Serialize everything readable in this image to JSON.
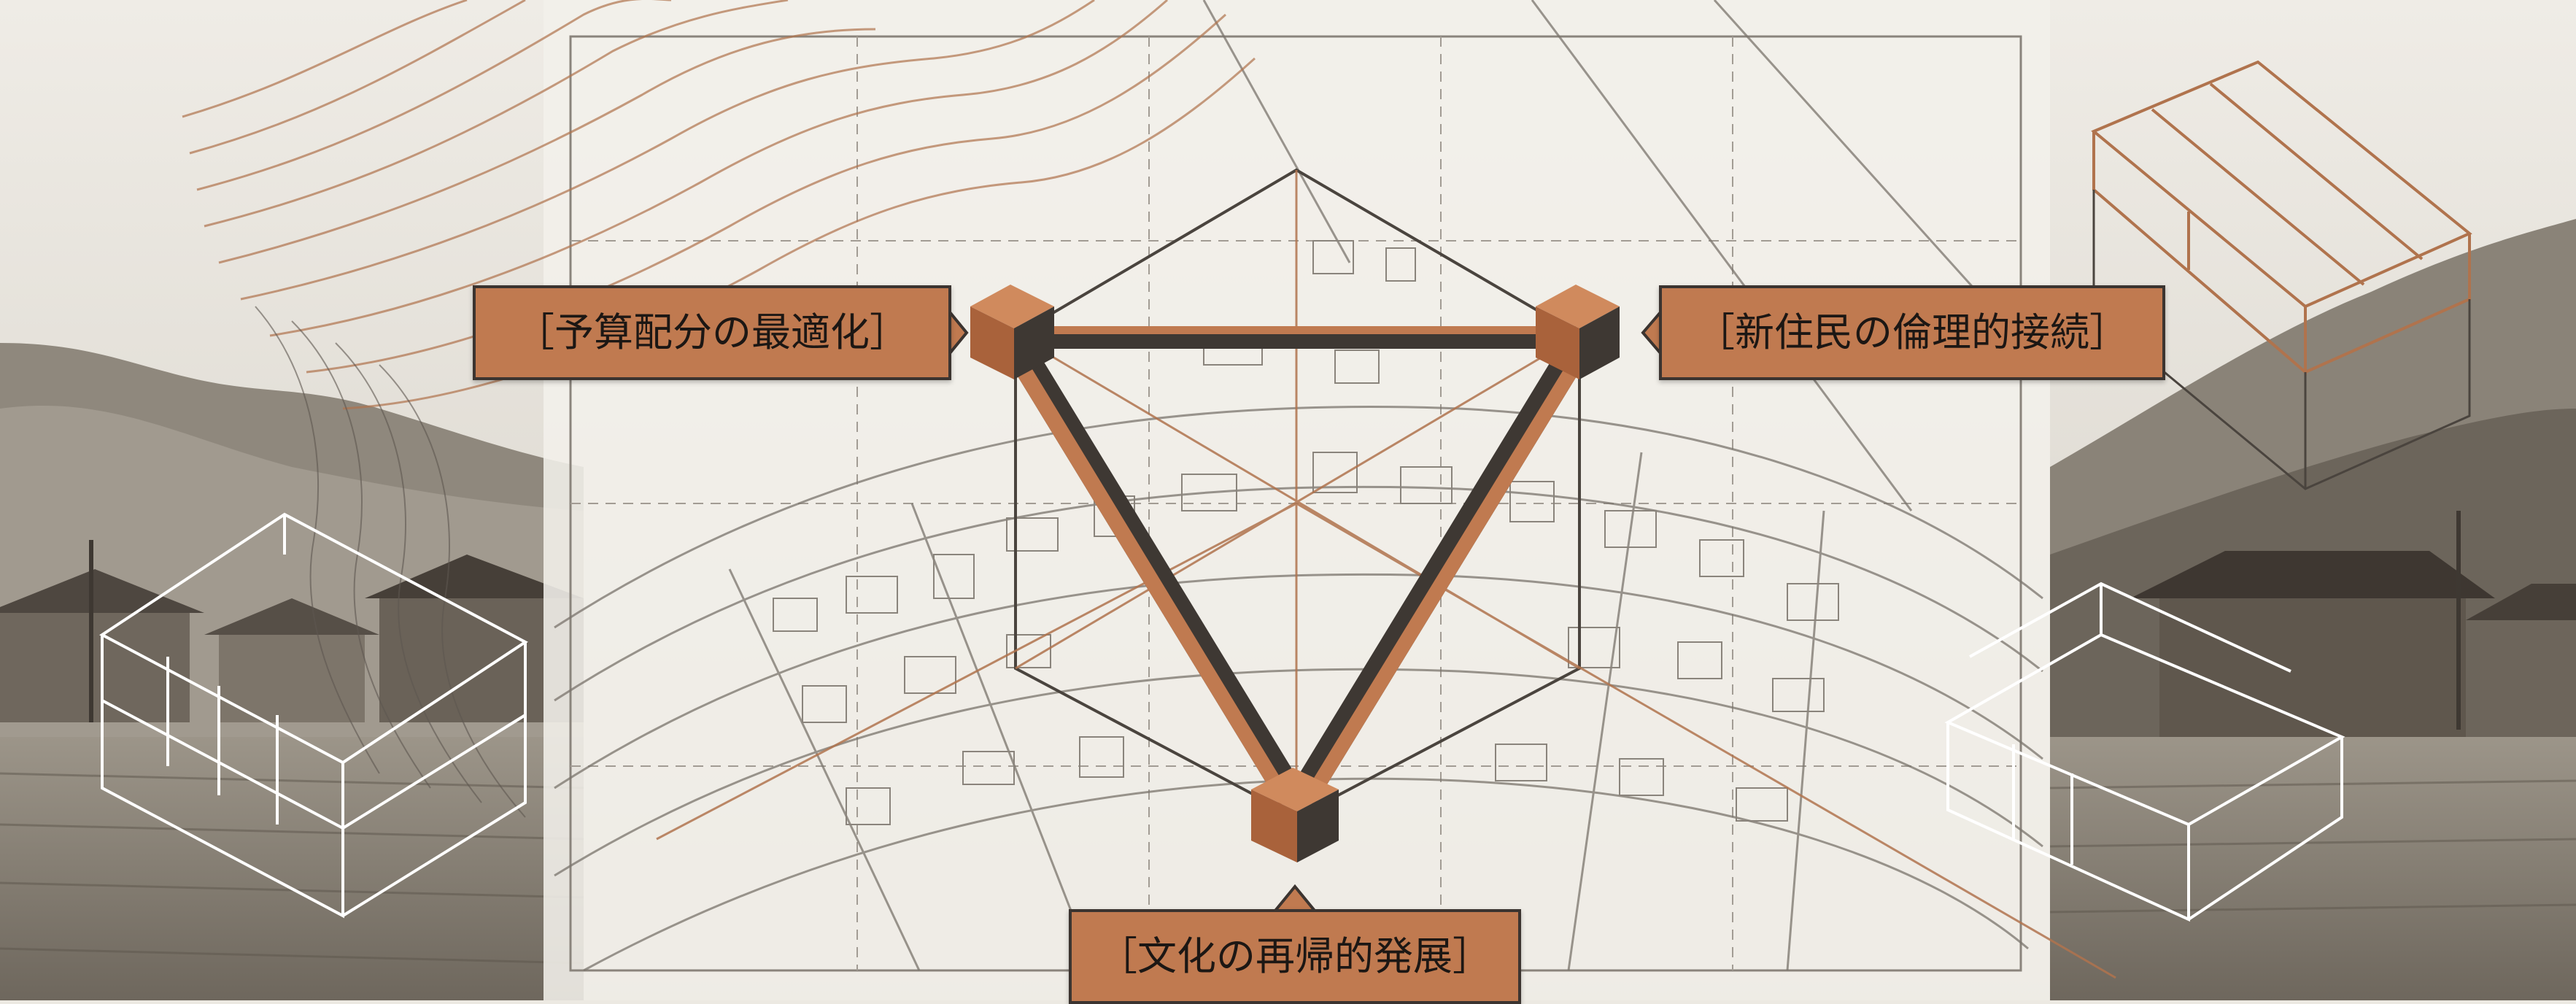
{
  "labels": {
    "budget": "［予算配分の最適化］",
    "residents": "［新住民の倫理的接続］",
    "culture": "［文化の再帰的発展］"
  },
  "colors": {
    "copper": "#c07a50",
    "copper_dark": "#8a4f30",
    "ink": "#3b3430",
    "paper": "#f2f0eb",
    "line": "#8a847c"
  },
  "icons": [
    "mountain-landscape",
    "contour-map",
    "street-grid-map",
    "isometric-house-wireframe",
    "isometric-cube-node",
    "traditional-japanese-house"
  ]
}
